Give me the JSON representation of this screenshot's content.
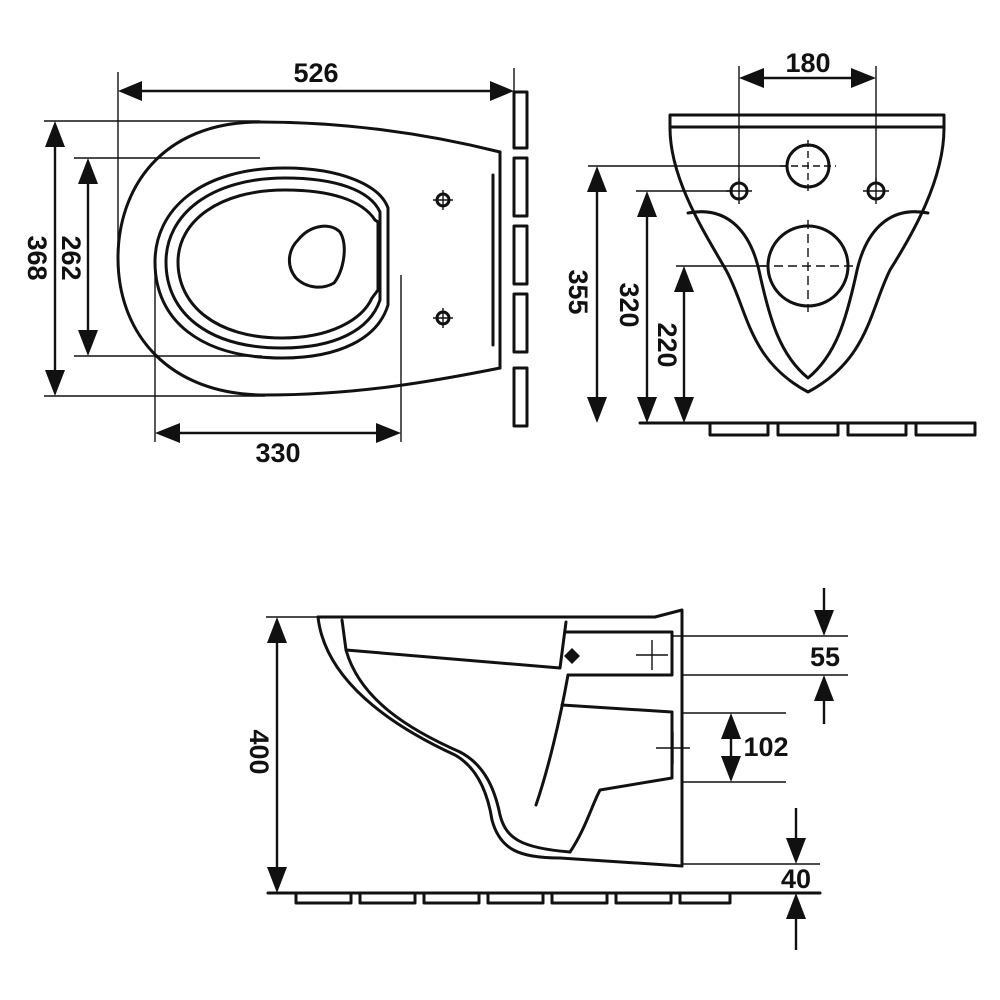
{
  "drawing": {
    "top_view": {
      "overall_length": "526",
      "overall_width": "368",
      "seat_width": "262",
      "bowl_length": "330"
    },
    "front_view": {
      "bolt_spacing": "180",
      "waste_height": "355",
      "bolt_height": "320",
      "lower_height": "220"
    },
    "side_view": {
      "bowl_height": "400",
      "rim_offset": "55",
      "outlet_size": "102",
      "floor_gap": "40"
    }
  },
  "colors": {
    "line": "#111111",
    "background": "#ffffff"
  }
}
